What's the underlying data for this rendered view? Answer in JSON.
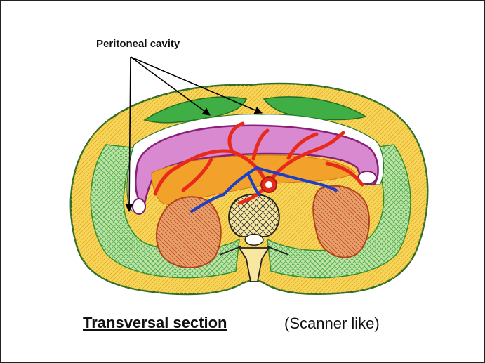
{
  "annotation": {
    "label": "Peritoneal cavity"
  },
  "caption": {
    "title": "Transversal section",
    "subtitle": "(Scanner like)"
  },
  "colors": {
    "skin_outline": "#3a7a2a",
    "subcutaneous_fat": "#f2c230",
    "rectus_muscle": "#3aa53a",
    "back_muscle_hatch": "#4fae4a",
    "colon_wall": "#b2389b",
    "colon_fill": "#d889d0",
    "mesenteric_fat": "#f0a21f",
    "arteries": "#e82a1a",
    "veins": "#1c3ec8",
    "kidneys": "#d45a2a",
    "vertebra": "#222222",
    "leader_arrows": "#000000"
  }
}
